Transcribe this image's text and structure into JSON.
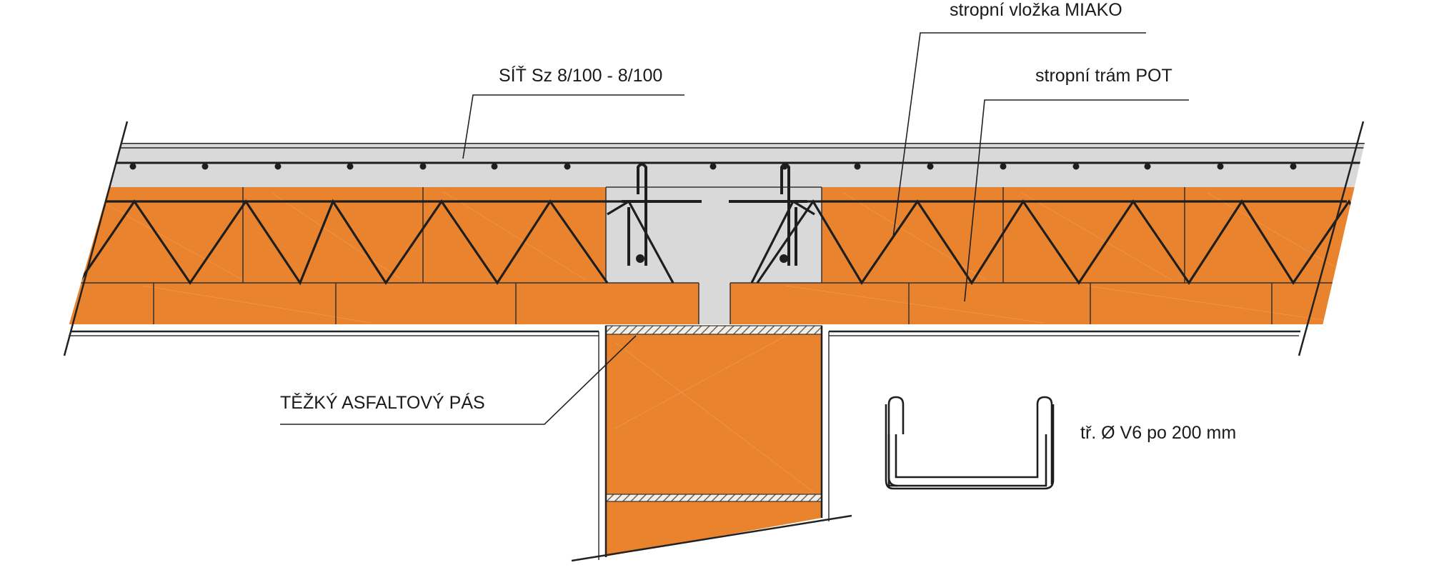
{
  "labels": {
    "mesh": "SÍŤ Sz 8/100 - 8/100",
    "infill_block": "stropní vložka MIAKO",
    "beam": "stropní trám POT",
    "asphalt_strip": "TĚŽKÝ ASFALTOVÝ PÁS",
    "stirrup": "tř. Ø V6 po 200 mm"
  },
  "colors": {
    "brick": "#e9832e",
    "brick_dark": "#d9742a",
    "concrete": "#d9d9d9",
    "line": "#1e1e1e",
    "hatch": "#7a6a5a"
  }
}
